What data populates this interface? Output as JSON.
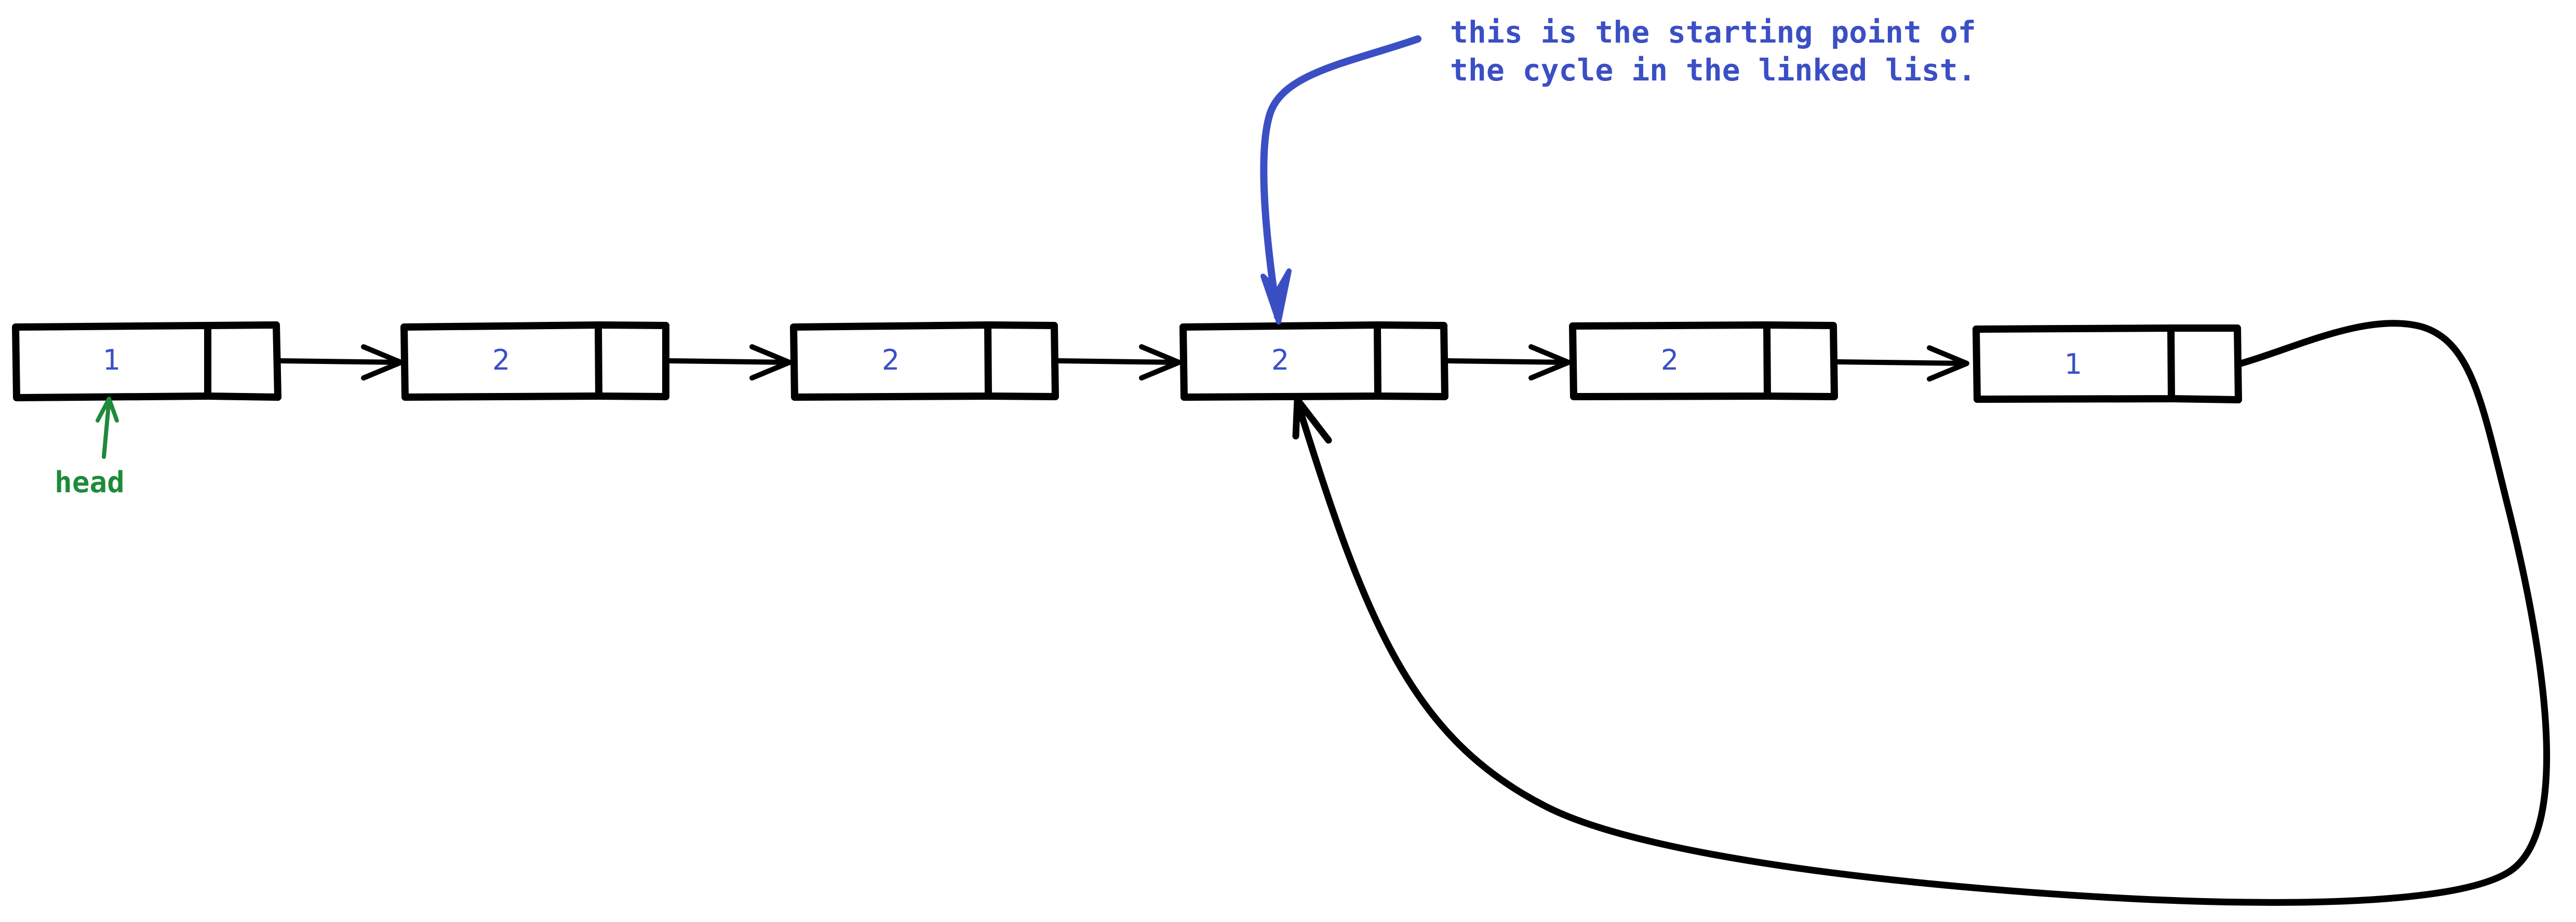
{
  "colors": {
    "ink": "#000000",
    "value_text": "#3b4fc4",
    "annotation": "#3b4fc4",
    "head": "#1e8a3a",
    "background": "#ffffff"
  },
  "nodes": [
    {
      "value": "1"
    },
    {
      "value": "2"
    },
    {
      "value": "2"
    },
    {
      "value": "2"
    },
    {
      "value": "2"
    },
    {
      "value": "1"
    }
  ],
  "head_label": "head",
  "cycle_annotation": {
    "line1": "this is the starting point of",
    "line2": "the cycle in the linked list."
  }
}
